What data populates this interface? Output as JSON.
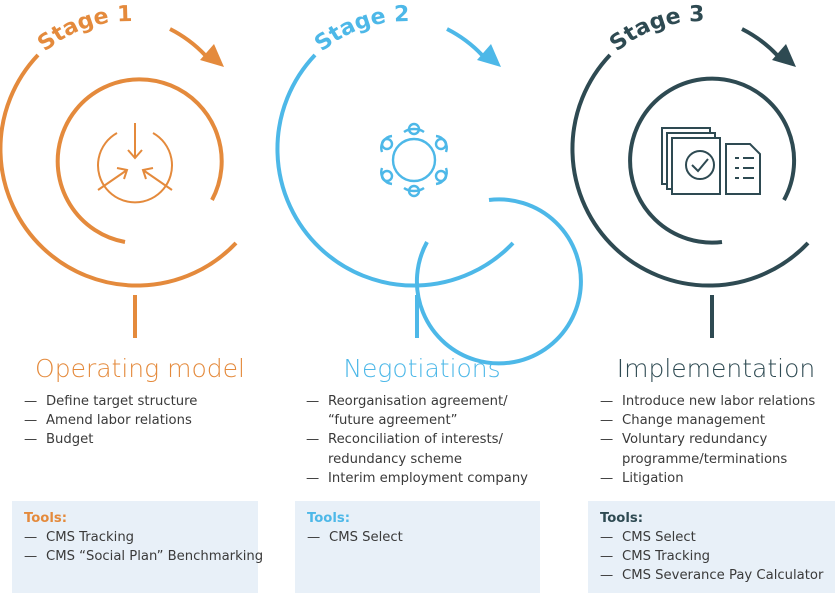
{
  "colors": {
    "stage1": "#e48a3c",
    "stage2": "#4db8e8",
    "stage3": "#2e4a52",
    "tools_bg": "#e8f0f8",
    "text": "#3a3a3a"
  },
  "stages": [
    {
      "badge": "Stage 1",
      "title": "Operating model",
      "icon": "converging-arrows-icon",
      "bullets": [
        "Define target structure",
        "Amend labor relations",
        "Budget"
      ],
      "tools_title": "Tools:",
      "tools": [
        "CMS Tracking",
        "CMS “Social Plan” Benchmarking"
      ]
    },
    {
      "badge": "Stage 2",
      "title": "Negotiations",
      "icon": "round-table-people-icon",
      "bullets": [
        "Reorganisation agreement/",
        "“future agreement”",
        "Reconciliation of interests/",
        "redundancy scheme",
        "Interim employment company"
      ],
      "tools_title": "Tools:",
      "tools": [
        "CMS Select"
      ]
    },
    {
      "badge": "Stage 3",
      "title": "Implementation",
      "icon": "documents-checklist-icon",
      "bullets": [
        "Introduce new labor relations",
        "Change management",
        "Voluntary redundancy",
        "programme/terminations",
        "Litigation"
      ],
      "tools_title": "Tools:",
      "tools": [
        "CMS Select",
        "CMS Tracking",
        "CMS Severance Pay Calculator"
      ]
    }
  ]
}
